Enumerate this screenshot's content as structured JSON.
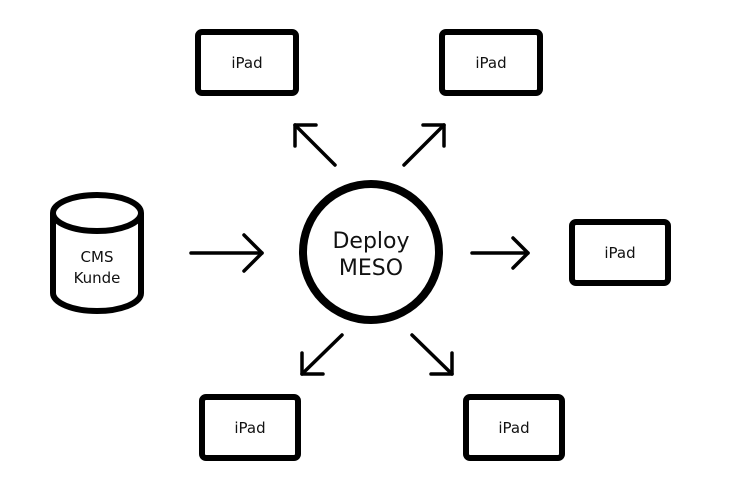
{
  "diagram": {
    "source": {
      "line1": "CMS",
      "line2": "Kunde",
      "shape": "database-cylinder"
    },
    "hub": {
      "line1": "Deploy",
      "line2": "MESO",
      "shape": "circle"
    },
    "devices": [
      {
        "label": "iPad",
        "position": "top-left"
      },
      {
        "label": "iPad",
        "position": "top-right"
      },
      {
        "label": "iPad",
        "position": "right"
      },
      {
        "label": "iPad",
        "position": "bottom-left"
      },
      {
        "label": "iPad",
        "position": "bottom-right"
      }
    ],
    "colors": {
      "stroke": "#000000",
      "background": "#ffffff",
      "text": "#111111"
    }
  }
}
